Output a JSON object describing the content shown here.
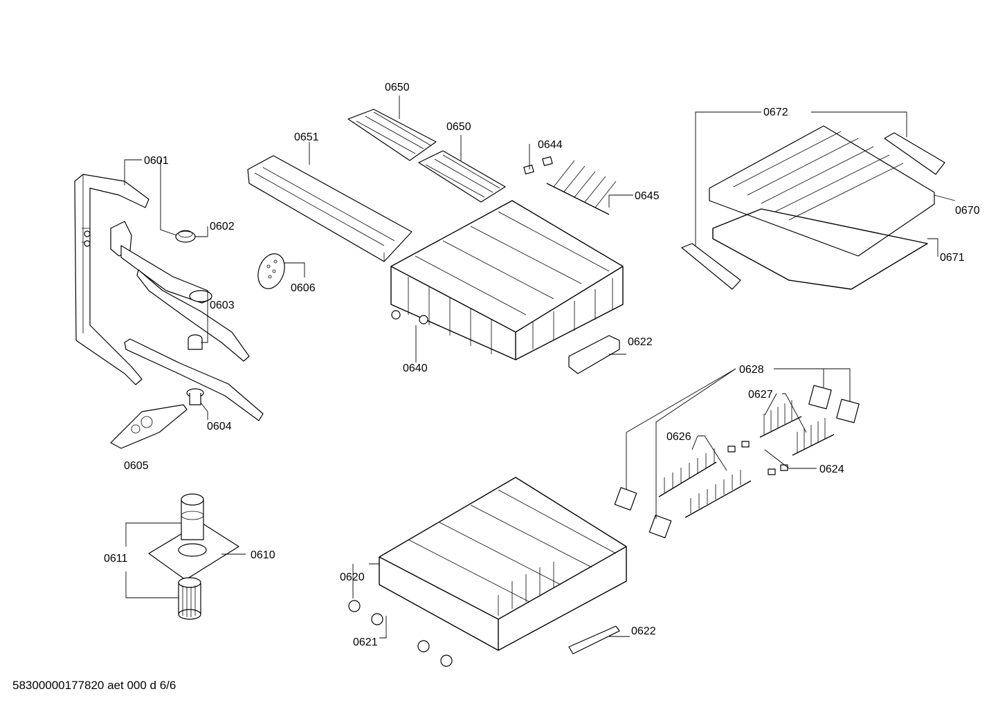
{
  "footer": {
    "document_id": "58300000177820 aet 000 d 6/6"
  },
  "labels": {
    "p0601": "0601",
    "p0602": "0602",
    "p0603": "0603",
    "p0604": "0604",
    "p0605": "0605",
    "p0606": "0606",
    "p0610": "0610",
    "p0611": "0611",
    "p0620": "0620",
    "p0621": "0621",
    "p0622a": "0622",
    "p0622b": "0622",
    "p0624": "0624",
    "p0626": "0626",
    "p0627": "0627",
    "p0628": "0628",
    "p0640": "0640",
    "p0644": "0644",
    "p0645": "0645",
    "p0650a": "0650",
    "p0650b": "0650",
    "p0651": "0651",
    "p0670": "0670",
    "p0671": "0671",
    "p0672": "0672"
  }
}
